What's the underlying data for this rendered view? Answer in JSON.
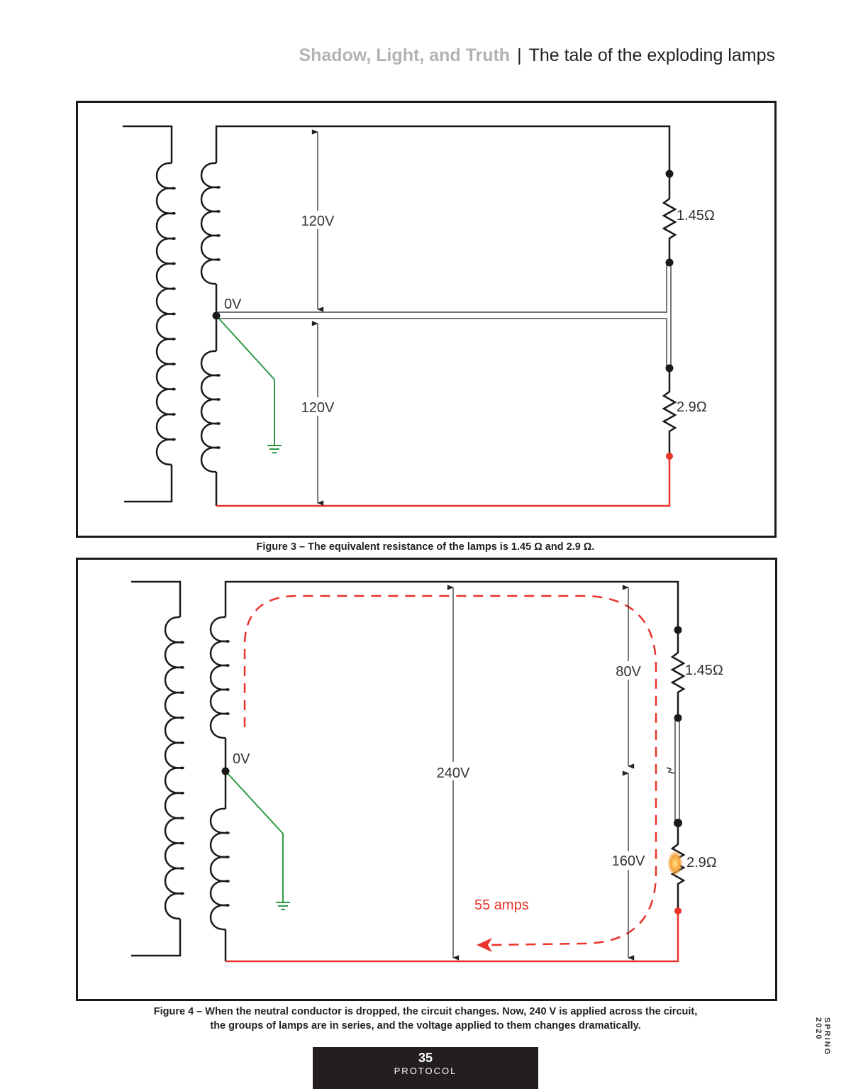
{
  "header": {
    "series": "Shadow, Light, and Truth",
    "separator": "|",
    "title": "The tale of the exploding lamps"
  },
  "figure3": {
    "upper_voltage": "120V",
    "lower_voltage": "120V",
    "neutral_label": "0V",
    "upper_resistance": "1.45Ω",
    "lower_resistance": "2.9Ω",
    "caption": "Figure 3 – The equivalent resistance of the lamps is 1.45 Ω and 2.9 Ω."
  },
  "figure4": {
    "total_voltage": "240V",
    "upper_voltage": "80V",
    "lower_voltage": "160V",
    "neutral_label": "0V",
    "upper_resistance": "1.45Ω",
    "lower_resistance": "2.9Ω",
    "current_label": "55 amps",
    "caption_line1": "Figure 4 – When the neutral conductor is dropped, the circuit changes. Now, 240 V is applied across the circuit,",
    "caption_line2": "the groups of lamps are in series, and the voltage applied to them changes dramatically."
  },
  "footer": {
    "page_number": "35",
    "publication": "PROTOCOL",
    "issue": "SPRING 2020"
  },
  "colors": {
    "wire": "#1a1a1a",
    "ground": "#2e9a48",
    "hot": "#e8332a"
  }
}
